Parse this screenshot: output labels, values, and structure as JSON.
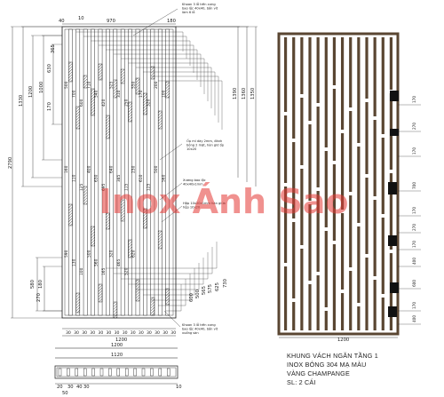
{
  "left_drawing": {
    "top_dims": [
      "40",
      "10",
      "970",
      "180"
    ],
    "left_dims": [
      "2790",
      "1330",
      "1200",
      "1000",
      "365",
      "630",
      "170",
      "580",
      "180",
      "270"
    ],
    "right_dims": [
      "1390",
      "1360",
      "1350"
    ],
    "inner_dims": [
      "500",
      "700",
      "600",
      "710",
      "540",
      "420",
      "525",
      "310",
      "250",
      "550",
      "170",
      "320",
      "200",
      "100",
      "160",
      "110",
      "125",
      "400",
      "630",
      "695",
      "640",
      "345",
      "115",
      "230",
      "610",
      "125",
      "500",
      "560",
      "590",
      "130",
      "100",
      "500",
      "560",
      "165",
      "320",
      "465",
      "520",
      "620"
    ],
    "bottom_right_dims": [
      "600",
      "500",
      "565",
      "575",
      "625",
      "730"
    ],
    "spacing_labels": [
      "30",
      "30",
      "30",
      "30",
      "30",
      "30",
      "30",
      "30",
      "30",
      "30",
      "30",
      "30",
      "30",
      "30"
    ],
    "bottom_total": "1200",
    "notes": [
      "Khoan 3 lỗ trên xưng bao lộc 40x40, bắn vít làm 6 lỗ",
      "Ốp mí dày 2mm, đánh bóng 2 mặt, hàn giữ ốp 10x20",
      "Xương bao lộc 40x40x1mm",
      "Hộp 10x20x1mm hàn giữa hộp 10x20",
      "Khoan 3 lỗ trên xưng bao lộc 40x40, bắn vít xuống sàn"
    ]
  },
  "plan_view": {
    "dims_top": [
      "1200",
      "1120"
    ],
    "dims_bottom": [
      "20",
      "30",
      "40",
      "30",
      "10"
    ],
    "small_label": "50"
  },
  "right_drawing": {
    "bottom_dim": "1200",
    "side_labels": [
      "170",
      "270",
      "170",
      "700",
      "170",
      "270",
      "170",
      "400",
      "600",
      "170",
      "400"
    ]
  },
  "watermark": "Inox Ánh Sao",
  "caption": {
    "line1": "KHUNG VÁCH NGĂN TẦNG 1",
    "line2": "INOX BÓNG 304 MẠ MÀU",
    "line3": "VÀNG CHAMPANGE",
    "line4": "SL: 2 CÁI"
  },
  "colors": {
    "frame": "#5a4632",
    "line": "#1a1a1a",
    "watermark": "#e53935"
  }
}
